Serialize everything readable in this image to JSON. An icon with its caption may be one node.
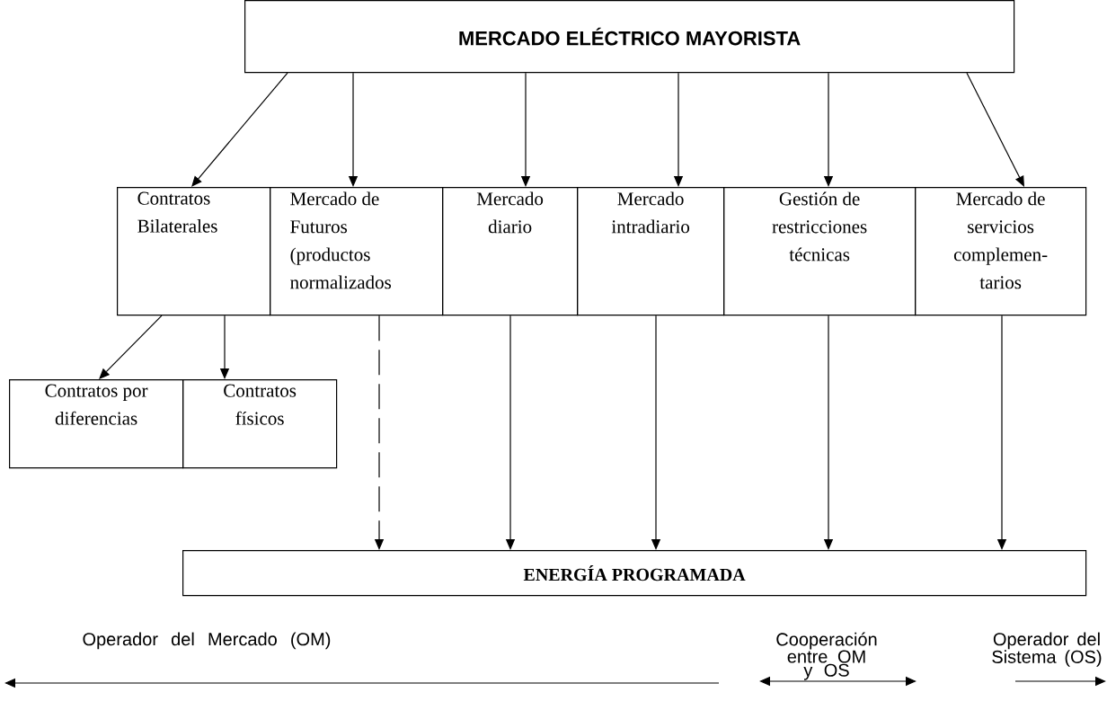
{
  "diagram": {
    "nodes": [
      {
        "text": [
          "MERCADO ELÉCTRICO MAYORISTA"
        ]
      },
      {
        "text": [
          "Contratos Bilaterales"
        ]
      },
      {
        "text": [
          "Mercado de Futuros (productos normalizados"
        ]
      },
      {
        "text": [
          "Mercado diario"
        ]
      },
      {
        "text": [
          "Mercado intradiario"
        ]
      },
      {
        "text": [
          "Gestión de restricciones técnicas"
        ]
      },
      {
        "text": [
          "Mercado de servicios complemen- tarios"
        ]
      },
      {
        "text": [
          "Contratos por diferencias"
        ]
      },
      {
        "text": [
          "Contratos físicos"
        ]
      },
      {
        "text": [
          "ENERGÍA PROGRAMADA"
        ]
      }
    ],
    "edges": [
      {
        "from": 0,
        "to": 1,
        "arrow": "to"
      },
      {
        "from": 0,
        "to": 2,
        "arrow": "to"
      },
      {
        "from": 0,
        "to": 3,
        "arrow": "to"
      },
      {
        "from": 0,
        "to": 4,
        "arrow": "to"
      },
      {
        "from": 0,
        "to": 5,
        "arrow": "to"
      },
      {
        "from": 0,
        "to": 6,
        "arrow": "to"
      },
      {
        "from": 1,
        "to": 7,
        "arrow": "to"
      },
      {
        "from": 1,
        "to": 8,
        "arrow": "to"
      },
      {
        "from": 2,
        "to": 9,
        "arrow": "to",
        "style": "dashed"
      },
      {
        "from": 3,
        "to": 9,
        "arrow": "to"
      },
      {
        "from": 4,
        "to": 9,
        "arrow": "to"
      },
      {
        "from": 5,
        "to": 9,
        "arrow": "to"
      },
      {
        "from": 6,
        "to": 9,
        "arrow": "to"
      }
    ],
    "labels": [
      "Operador del Mercado (OM)",
      "Cooperación entre OM y OS",
      "Operador del Sistema (OS)"
    ]
  }
}
